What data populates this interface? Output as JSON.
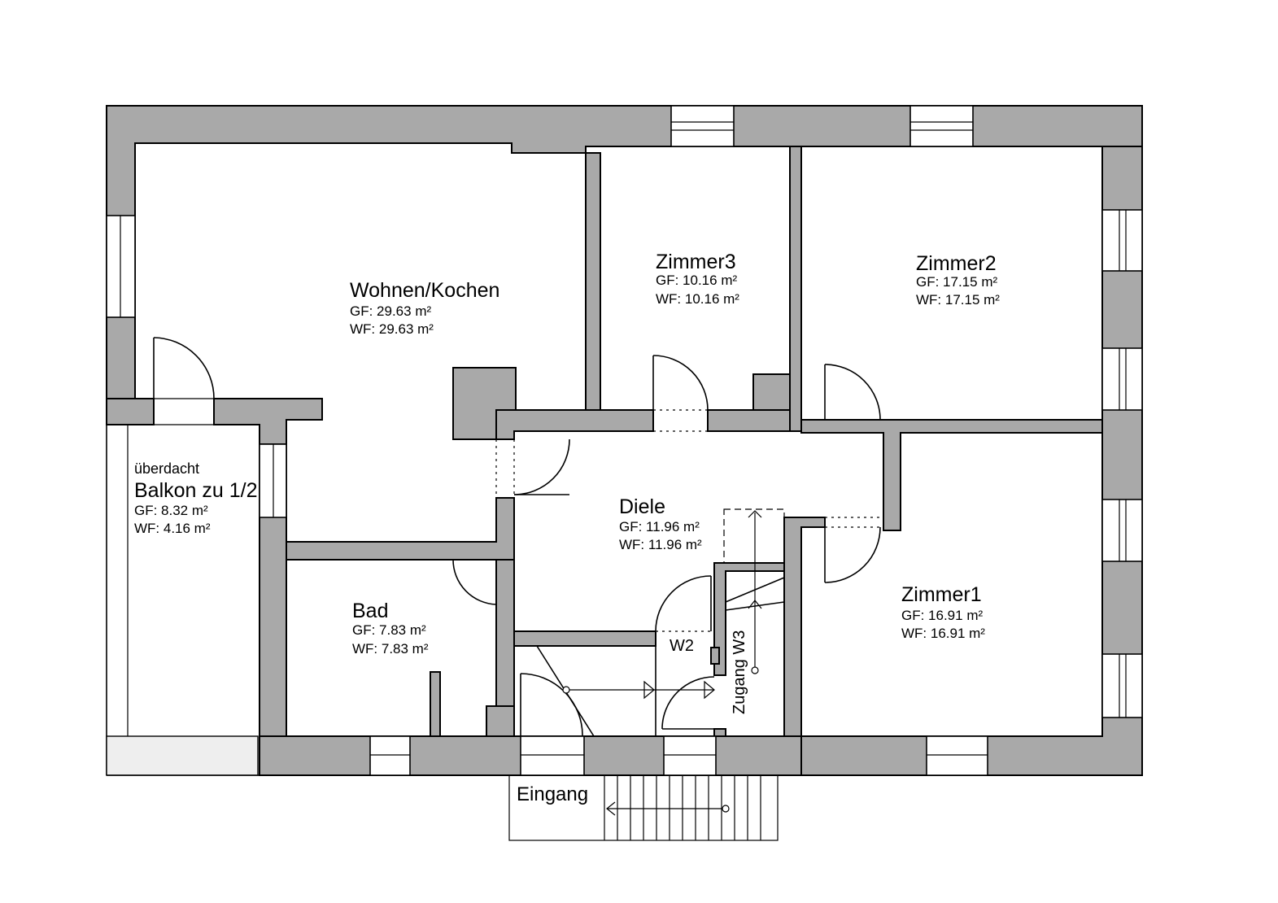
{
  "rooms": {
    "wohnen": {
      "name": "Wohnen/Kochen",
      "gf": "GF: 29.63 m²",
      "wf": "WF: 29.63 m²"
    },
    "zimmer3": {
      "name": "Zimmer3",
      "gf": "GF: 10.16 m²",
      "wf": "WF: 10.16 m²"
    },
    "zimmer2": {
      "name": "Zimmer2",
      "gf": "GF: 17.15 m²",
      "wf": "WF: 17.15 m²"
    },
    "zimmer1": {
      "name": "Zimmer1",
      "gf": "GF: 16.91 m²",
      "wf": "WF: 16.91 m²"
    },
    "diele": {
      "name": "Diele",
      "gf": "GF: 11.96 m²",
      "wf": "WF: 11.96 m²"
    },
    "bad": {
      "name": "Bad",
      "gf": "GF: 7.83 m²",
      "wf": "WF: 7.83 m²"
    },
    "balkon": {
      "note": "überdacht",
      "name": "Balkon zu 1/2",
      "gf": "GF: 8.32 m²",
      "wf": "WF: 4.16 m²"
    }
  },
  "labels": {
    "eingang": "Eingang",
    "w2": "W2",
    "zugang": "Zugang W3"
  },
  "colors": {
    "wall": "#a9a9a9",
    "terrace": "#eeeeee",
    "background": "#ffffff"
  }
}
